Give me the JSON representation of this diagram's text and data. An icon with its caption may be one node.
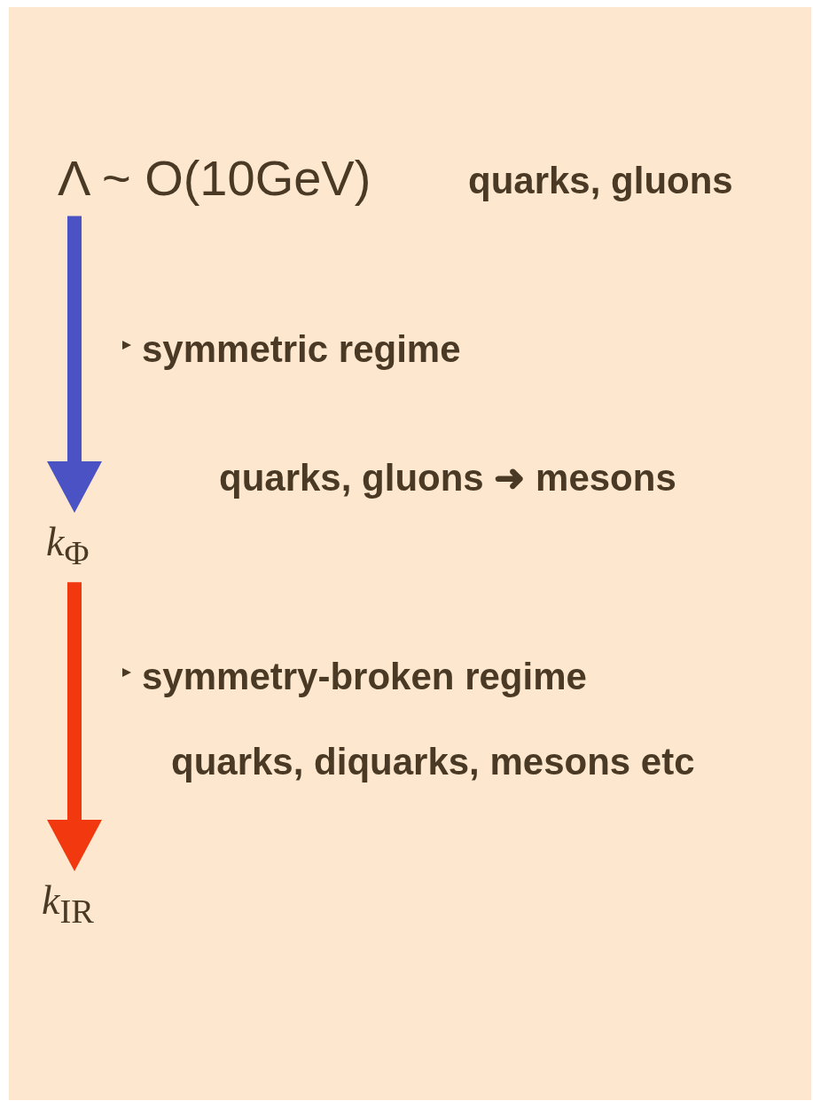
{
  "diagram": {
    "nodes": [
      {
        "text": [
          "Λ ~ O(10GeV)"
        ]
      },
      {
        "text": [
          "*k*$_{Φ}$"
        ]
      },
      {
        "text": [
          "*k*$_{IR}$"
        ]
      }
    ],
    "edges": [
      {
        "from": 0,
        "to": 1,
        "arrow": "to",
        "color": "#4a52c4"
      },
      {
        "from": 1,
        "to": 2,
        "arrow": "to",
        "color": "#f2380f"
      }
    ],
    "labels": [
      "quarks, gluons",
      "symmetric regime",
      "quarks, gluons ➜ mesons",
      "symmetry-broken regime",
      "quarks, diquarks, mesons etc"
    ]
  }
}
